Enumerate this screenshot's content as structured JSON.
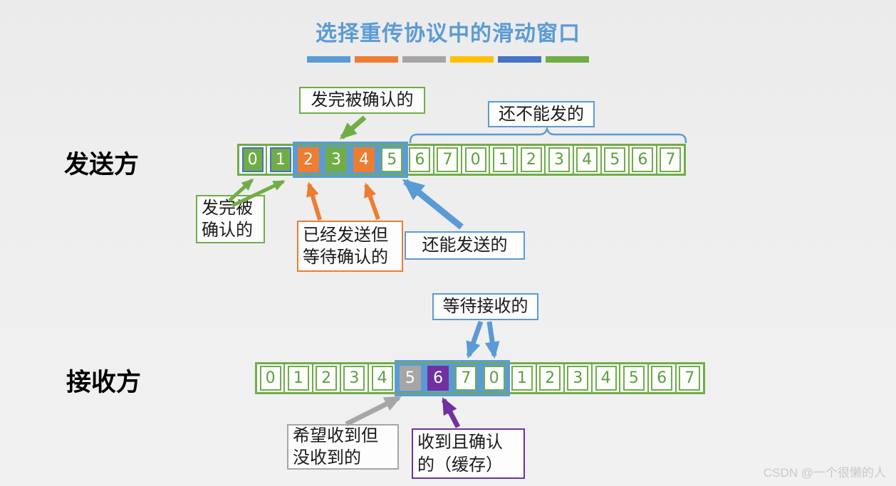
{
  "title": "选择重传协议中的滑动窗口",
  "watermark": "CSDN @一个很懒的人",
  "palette": {
    "green": "#70AD47",
    "orange": "#ED7D31",
    "blue": "#5B9BD5",
    "dark_blue": "#4472C4",
    "gray": "#A6A6A6",
    "yellow": "#FFC000",
    "purple": "#7030A0",
    "title_blue": "#5B9BD5"
  },
  "divider_dashes": [
    "#5B9BD5",
    "#ED7D31",
    "#A5A5A5",
    "#FFC000",
    "#4472C4",
    "#70AD47"
  ],
  "sender": {
    "label": "发送方",
    "window_range": "2-5",
    "cells": [
      {
        "n": "0",
        "style": "acked",
        "win": false
      },
      {
        "n": "1",
        "style": "acked",
        "win": false
      },
      {
        "n": "2",
        "style": "sent",
        "win": true
      },
      {
        "n": "3",
        "style": "green",
        "win": true
      },
      {
        "n": "4",
        "style": "sent",
        "win": true
      },
      {
        "n": "5",
        "style": "plain",
        "win": true
      },
      {
        "n": "6",
        "style": "plain",
        "win": false
      },
      {
        "n": "7",
        "style": "plain",
        "win": false
      },
      {
        "n": "0",
        "style": "plain",
        "win": false
      },
      {
        "n": "1",
        "style": "plain",
        "win": false
      },
      {
        "n": "2",
        "style": "plain",
        "win": false
      },
      {
        "n": "3",
        "style": "plain",
        "win": false
      },
      {
        "n": "4",
        "style": "plain",
        "win": false
      },
      {
        "n": "5",
        "style": "plain",
        "win": false
      },
      {
        "n": "6",
        "style": "plain",
        "win": false
      },
      {
        "n": "7",
        "style": "plain",
        "win": false
      }
    ],
    "annotations": {
      "sent_acked_top": "发完被确认的",
      "not_sendable": "还不能发的",
      "sent_acked_left": "发完被\n确认的",
      "awaiting_ack": "已经发送但\n等待确认的",
      "can_send": "还能发送的"
    }
  },
  "receiver": {
    "label": "接收方",
    "window_range": "5-0",
    "cells": [
      {
        "n": "0",
        "style": "plain",
        "win": false
      },
      {
        "n": "1",
        "style": "plain",
        "win": false
      },
      {
        "n": "2",
        "style": "plain",
        "win": false
      },
      {
        "n": "3",
        "style": "plain",
        "win": false
      },
      {
        "n": "4",
        "style": "plain",
        "win": false
      },
      {
        "n": "5",
        "style": "gray",
        "win": true
      },
      {
        "n": "6",
        "style": "purple",
        "win": true
      },
      {
        "n": "7",
        "style": "plain",
        "win": true
      },
      {
        "n": "0",
        "style": "plain",
        "win": true
      },
      {
        "n": "1",
        "style": "plain",
        "win": false
      },
      {
        "n": "2",
        "style": "plain",
        "win": false
      },
      {
        "n": "3",
        "style": "plain",
        "win": false
      },
      {
        "n": "4",
        "style": "plain",
        "win": false
      },
      {
        "n": "5",
        "style": "plain",
        "win": false
      },
      {
        "n": "6",
        "style": "plain",
        "win": false
      },
      {
        "n": "7",
        "style": "plain",
        "win": false
      }
    ],
    "annotations": {
      "awaiting_receive": "等待接收的",
      "expected_not_received": "希望收到但\n没收到的",
      "received_buffered": "收到且确认\n的（缓存）"
    }
  }
}
